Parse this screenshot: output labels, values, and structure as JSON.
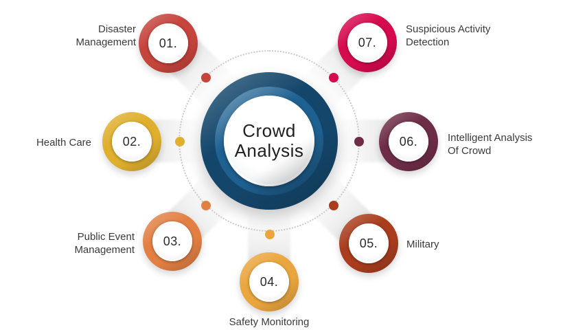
{
  "title": {
    "line1": "Crowd",
    "line2": "Analysis"
  },
  "center": {
    "navy_color": "#14466B",
    "blue_ring_color": "#1E6191"
  },
  "orbit": {
    "dotted_color": "#C9C9C9"
  },
  "items": [
    {
      "number": "01.",
      "label": "Disaster Management",
      "lines": [
        "Disaster",
        "Management"
      ],
      "color": "#C5443C"
    },
    {
      "number": "02.",
      "label": "Health Care",
      "lines": [
        "Health Care"
      ],
      "color": "#DFAF2E"
    },
    {
      "number": "03.",
      "label": "Public Event Management",
      "lines": [
        "Public Event",
        "Management"
      ],
      "color": "#E28044"
    },
    {
      "number": "04.",
      "label": "Safety Monitoring",
      "lines": [
        "Safety Monitoring"
      ],
      "color": "#EAA63E"
    },
    {
      "number": "05.",
      "label": "Military",
      "lines": [
        "Military"
      ],
      "color": "#A93D1E"
    },
    {
      "number": "06.",
      "label": "Intelligent Analysis Of Crowd",
      "lines": [
        "Intelligent Analysis",
        "Of Crowd"
      ],
      "color": "#6E2D47"
    },
    {
      "number": "07.",
      "label": "Suspicious Activity Detection",
      "lines": [
        "Suspicious Activity",
        "Detection"
      ],
      "color": "#D60A4E"
    }
  ]
}
